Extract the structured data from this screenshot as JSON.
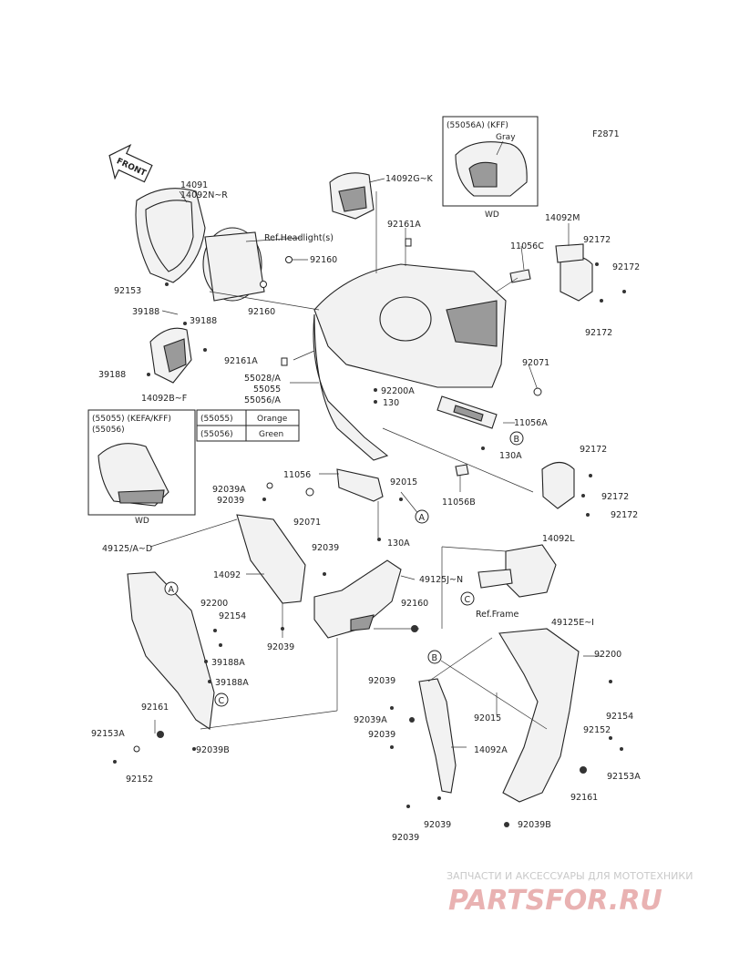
{
  "diagram": {
    "code": "F2871",
    "front_arrow_text": "FRONT",
    "labels": {
      "p14091": "14091",
      "p14092NR": "14092N~R",
      "p14092GK": "14092G~K",
      "refHeadlight": "Ref.Headlight(s)",
      "p92160a": "92160",
      "p92160b": "92160",
      "p92153": "92153",
      "p92161A_top": "92161A",
      "p92161A_mid": "92161A",
      "p39188_a": "39188",
      "p39188_b": "39188",
      "p39188_c": "39188",
      "p14092BF": "14092B~F",
      "p55028A": "55028/A",
      "p55055": "55055",
      "p55056A": "55056/A",
      "p92200A": "92200A",
      "p130": "130",
      "p11056C": "11056C",
      "p14092M": "14092M",
      "p92172a": "92172",
      "p92172b": "92172",
      "p92172c": "92172",
      "p92172d": "92172",
      "p92172e": "92172",
      "p92172f": "92172",
      "p92071a": "92071",
      "p92071b": "92071",
      "p11056A": "11056A",
      "p130A_a": "130A",
      "p130A_b": "130A",
      "p11056B": "11056B",
      "p14092L": "14092L",
      "p11056": "11056",
      "p92015a": "92015",
      "p92015b": "92015",
      "p92039A_a": "92039A",
      "p92039A_b": "92039A",
      "p92039_1": "92039",
      "p92039_2": "92039",
      "p92039_3": "92039",
      "p92039_4": "92039",
      "p92039_5": "92039",
      "p92039_6": "92039",
      "p92039_7": "92039",
      "p49125AD": "49125/A~D",
      "p14092": "14092",
      "p49125JN": "49125J~N",
      "p92200a": "92200",
      "p92200b": "92200",
      "p92154a": "92154",
      "p92154b": "92154",
      "p92160c": "92160",
      "refFrame": "Ref.Frame",
      "p49125EI": "49125E~I",
      "p39188A": "39188A",
      "p39188A_b": "39188A",
      "p92161a": "92161",
      "p92161b": "92161",
      "p92153A_a": "92153A",
      "p92153A_b": "92153A",
      "p92152a": "92152",
      "p92152b": "92152",
      "p92039B_a": "92039B",
      "p92039B_b": "92039B",
      "p14092A": "14092A"
    },
    "callouts": [
      "A",
      "A",
      "B",
      "B",
      "C",
      "C"
    ],
    "inset_kff": {
      "title": "(55056A) (KFF)",
      "color": "Gray",
      "footer": "WD"
    },
    "inset_kefa": {
      "title1": "(55055) (KEFA/KFF)",
      "title2": "(55056)",
      "footer": "WD"
    },
    "color_table": [
      {
        "part": "(55055)",
        "color": "Orange"
      },
      {
        "part": "(55056)",
        "color": "Green"
      }
    ]
  },
  "watermark": {
    "line1": "ЗАПЧАСТИ И АКСЕССУАРЫ ДЛЯ МОТОТЕХНИКИ",
    "line2": "PARTSFOR.RU"
  }
}
